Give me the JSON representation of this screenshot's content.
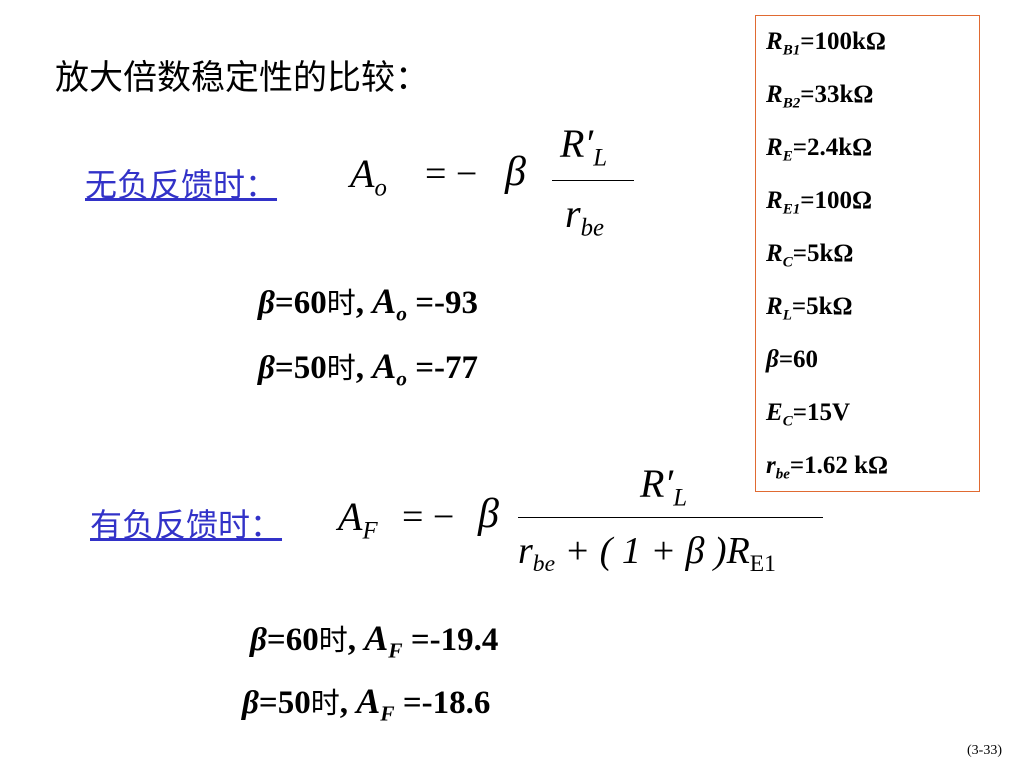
{
  "heading": "放大倍数稳定性的比较：",
  "no_feedback": {
    "label": "无负反馈时：",
    "formula": {
      "lhs_main": "A",
      "lhs_sub": "o",
      "equals": "= −",
      "beta": "β",
      "num_main": "R′",
      "num_sub": "L",
      "den_main": "r",
      "den_sub": "be"
    },
    "results": [
      {
        "beta": "β",
        "eq": "=60",
        "cn": "时",
        "comma": ",",
        "A": "A",
        "sub": "o",
        "value": " =-93"
      },
      {
        "beta": "β",
        "eq": "=50",
        "cn": "时",
        "comma": ",",
        "A": "A",
        "sub": "o",
        "value": " =-77"
      }
    ]
  },
  "with_feedback": {
    "label": "有负反馈时：",
    "formula": {
      "lhs_main": "A",
      "lhs_sub": "F",
      "equals": "= −",
      "beta": "β",
      "num_main": "R′",
      "num_sub": "L",
      "den_r": "r",
      "den_r_sub": "be",
      "den_mid": " + ( 1 + ",
      "den_beta": "β",
      "den_close": " )",
      "den_R": "R",
      "den_R_sub": "E1"
    },
    "results": [
      {
        "beta": "β",
        "eq": "=60",
        "cn": "时",
        "comma": ",",
        "A": "A",
        "sub": "F",
        "value": " =-19.4"
      },
      {
        "beta": "β",
        "eq": "=50",
        "cn": "时",
        "comma": ",",
        "A": "A",
        "sub": "F",
        "value": " =-18.6"
      }
    ]
  },
  "params": [
    {
      "main": "R",
      "sub": "B1",
      "value": "=100kΩ"
    },
    {
      "main": "R",
      "sub": "B2",
      "value": "=33kΩ"
    },
    {
      "main": "R",
      "sub": "E",
      "value": "=2.4kΩ"
    },
    {
      "main": "R",
      "sub": "E1",
      "value": "=100Ω"
    },
    {
      "main": "R",
      "sub": "C",
      "value": "=5kΩ"
    },
    {
      "main": "R",
      "sub": "L",
      "value": "=5kΩ"
    },
    {
      "main": "β",
      "sub": "",
      "value": "=60"
    },
    {
      "main": "E",
      "sub": "C",
      "value": "=15V"
    },
    {
      "main": "r",
      "sub": "be",
      "value": "=1.62 kΩ"
    }
  ],
  "page_number": "(3-33)",
  "colors": {
    "link": "#3232c8",
    "box_border": "#e06a32"
  }
}
